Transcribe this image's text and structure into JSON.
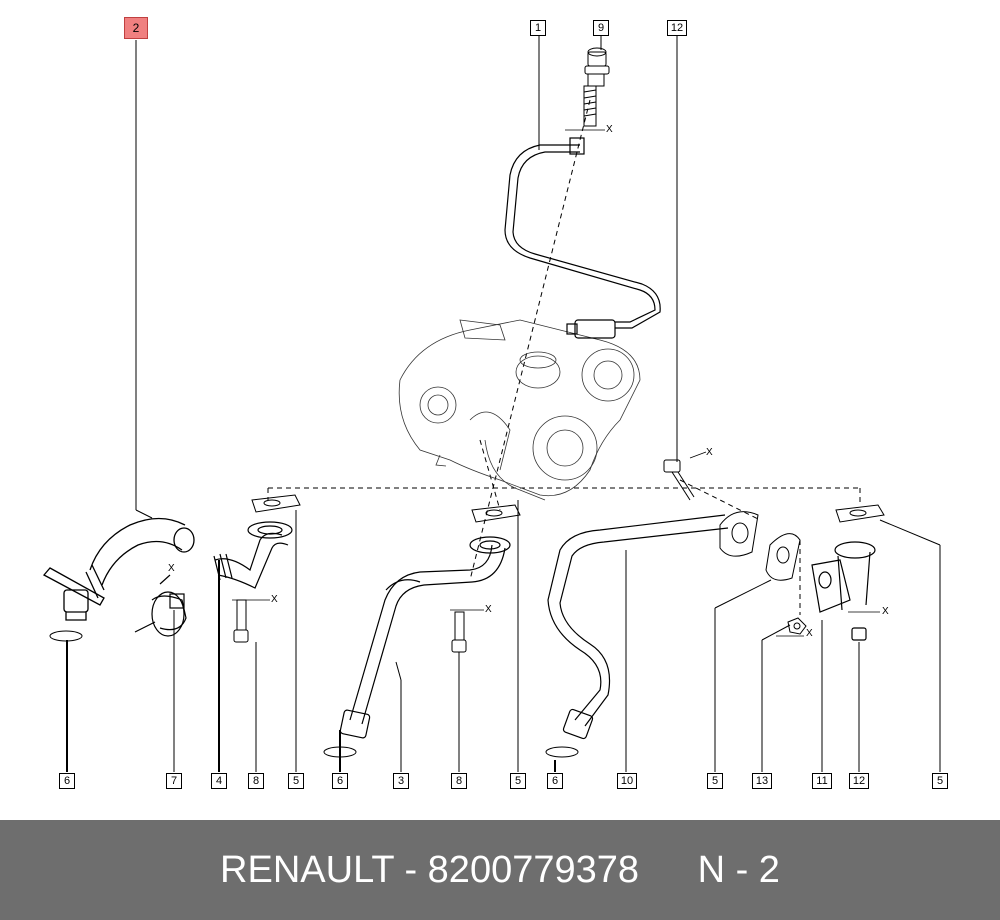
{
  "diagram": {
    "highlighted_callout": "2",
    "callouts": {
      "c1": "1",
      "c2": "2",
      "c9": "9",
      "c12top": "12",
      "c6a": "6",
      "c7": "7",
      "c4": "4",
      "c8a": "8",
      "c5a": "5",
      "c6b": "6",
      "c3": "3",
      "c8b": "8",
      "c5b": "5",
      "c6c": "6",
      "c10": "10",
      "c5c": "5",
      "c13": "13",
      "c11": "11",
      "c12b": "12",
      "c5d": "5"
    },
    "x_marker": "X",
    "highlight_color": "#f08080"
  },
  "footer": {
    "brand_part": "RENAULT - 8200779378",
    "page_ref": "N - 2",
    "background_color": "#6e6e6e"
  }
}
